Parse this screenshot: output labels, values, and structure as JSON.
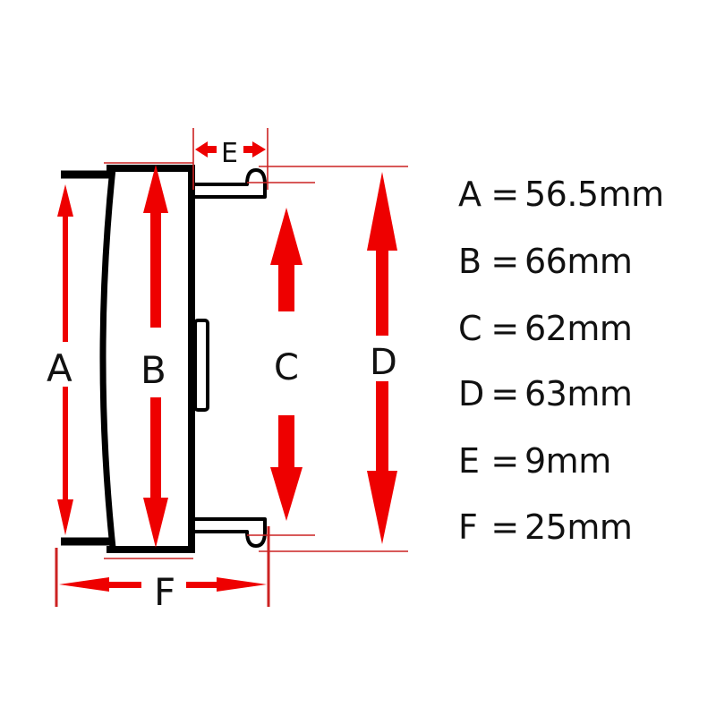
{
  "diagram": {
    "labels": {
      "A": "A",
      "B": "B",
      "C": "C",
      "D": "D",
      "E": "E",
      "F": "F"
    },
    "colors": {
      "outline": "#000000",
      "arrow": "#ee0000",
      "guide_line": "#cc2222",
      "background": "#ffffff"
    }
  },
  "specs": [
    {
      "key": "A",
      "eq": "=",
      "value": "56.5mm"
    },
    {
      "key": "B",
      "eq": "=",
      "value": "66mm"
    },
    {
      "key": "C",
      "eq": "=",
      "value": "62mm"
    },
    {
      "key": "D",
      "eq": "=",
      "value": "63mm"
    },
    {
      "key": "E",
      "eq": "=",
      "value": "9mm"
    },
    {
      "key": "F",
      "eq": "=",
      "value": "25mm"
    }
  ]
}
